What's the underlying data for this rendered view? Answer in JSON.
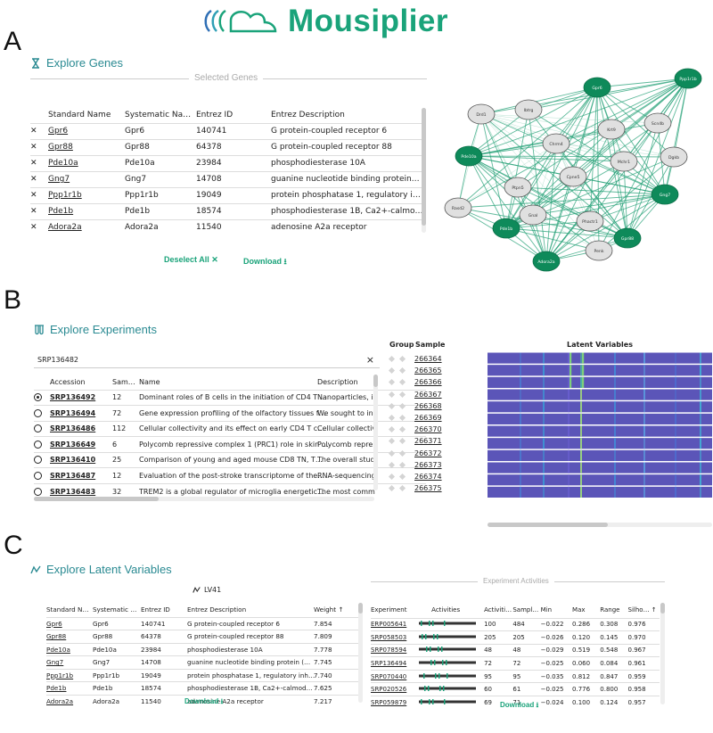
{
  "app": {
    "name": "Mousiplier"
  },
  "panels": {
    "a": "A",
    "b": "B",
    "c": "C"
  },
  "colors": {
    "accent": "#1aa37a",
    "section_title": "#2a8a92",
    "node_selected": "#0e8a5a",
    "node_plain": "#e0e0e0",
    "heatmap_base": "#5b55b8"
  },
  "genes": {
    "title": "Explore Genes",
    "icon": "hourglass-icon",
    "subtitle": "Selected Genes",
    "columns": [
      "Standard Name",
      "Systematic Na…",
      "Entrez ID",
      "Entrez Description"
    ],
    "rows": [
      {
        "std": "Gpr6",
        "sys": "Gpr6",
        "id": "140741",
        "desc": "G protein-coupled receptor 6"
      },
      {
        "std": "Gpr88",
        "sys": "Gpr88",
        "id": "64378",
        "desc": "G protein-coupled receptor 88"
      },
      {
        "std": "Pde10a",
        "sys": "Pde10a",
        "id": "23984",
        "desc": "phosphodiesterase 10A"
      },
      {
        "std": "Gng7",
        "sys": "Gng7",
        "id": "14708",
        "desc": "guanine nucleotide binding protein…"
      },
      {
        "std": "Ppp1r1b",
        "sys": "Ppp1r1b",
        "id": "19049",
        "desc": "protein phosphatase 1, regulatory i…"
      },
      {
        "std": "Pde1b",
        "sys": "Pde1b",
        "id": "18574",
        "desc": "phosphodiesterase 1B, Ca2+-calmo…"
      },
      {
        "std": "Adora2a",
        "sys": "Adora2a",
        "id": "11540",
        "desc": "adenosine A2a receptor"
      }
    ],
    "remove_glyph": "✕",
    "deselect_label": "Deselect All ✕",
    "download_label": "Download ⭳"
  },
  "network": {
    "nodes": [
      {
        "label": "Ppp1r1b",
        "selected": true
      },
      {
        "label": "Gpr6",
        "selected": true
      },
      {
        "label": "Ibtrg",
        "selected": false
      },
      {
        "label": "Drd1",
        "selected": false
      },
      {
        "label": "Scn4b",
        "selected": false
      },
      {
        "label": "Krt9",
        "selected": false
      },
      {
        "label": "Chrm4",
        "selected": false
      },
      {
        "label": "Dgkb",
        "selected": false
      },
      {
        "label": "Mchr1",
        "selected": false
      },
      {
        "label": "Pde10a",
        "selected": true
      },
      {
        "label": "Cpne5",
        "selected": false
      },
      {
        "label": "Ptpn5",
        "selected": false
      },
      {
        "label": "Gng7",
        "selected": true
      },
      {
        "label": "Rasd2",
        "selected": false
      },
      {
        "label": "Phactr1",
        "selected": false
      },
      {
        "label": "Gnal",
        "selected": false
      },
      {
        "label": "Pde1b",
        "selected": true
      },
      {
        "label": "Gpr88",
        "selected": true
      },
      {
        "label": "Penk",
        "selected": false
      },
      {
        "label": "Adora2a",
        "selected": true
      }
    ]
  },
  "experiments": {
    "title": "Explore Experiments",
    "icon": "test-tubes-icon",
    "search_value": "SRP136482",
    "clear_glyph": "×",
    "columns": [
      "Accession",
      "Sam…",
      "Name",
      "Description"
    ],
    "rows": [
      {
        "acc": "SRP136492",
        "n": "12",
        "name": "Dominant roles of B cells in the initiation of CD4 T …",
        "desc": "Nanoparticles, ir",
        "selected": true
      },
      {
        "acc": "SRP136494",
        "n": "72",
        "name": "Gene expression profiling of the olfactory tissues f…",
        "desc": "We sought to inv",
        "selected": false
      },
      {
        "acc": "SRP136486",
        "n": "112",
        "name": "Cellular collectivity and its effect on early CD4 T c…",
        "desc": "Cellular collectivi",
        "selected": false
      },
      {
        "acc": "SRP136649",
        "n": "6",
        "name": "Polycomb repressive complex 1 (PRC1) role in skin …",
        "desc": "Polycomb repre",
        "selected": false
      },
      {
        "acc": "SRP136410",
        "n": "25",
        "name": "Comparison of young and aged mouse CD8 TN, T…",
        "desc": "The overall stud",
        "selected": false
      },
      {
        "acc": "SRP136487",
        "n": "12",
        "name": "Evaluation of the post-stroke transcriptome of the…",
        "desc": "RNA-sequencing",
        "selected": false
      },
      {
        "acc": "SRP136483",
        "n": "32",
        "name": "TREM2 is a global regulator of microglia energetic…",
        "desc": "The most comm",
        "selected": false
      }
    ],
    "group_header": "Group",
    "sample_header": "Sample",
    "samples": [
      "266364",
      "266365",
      "266366",
      "266367",
      "266368",
      "266369",
      "266370",
      "266371",
      "266372",
      "266373",
      "266374",
      "266375"
    ],
    "heatmap_title": "Latent Variables"
  },
  "latent": {
    "title": "Explore Latent Variables",
    "icon": "pathway-icon",
    "lv_label": "LV41",
    "columns": [
      "Standard N…",
      "Systematic …",
      "Entrez ID",
      "Entrez Description",
      "Weight ↑"
    ],
    "rows": [
      {
        "std": "Gpr6",
        "sys": "Gpr6",
        "id": "140741",
        "desc": "G protein-coupled receptor 6",
        "w": "7.854"
      },
      {
        "std": "Gpr88",
        "sys": "Gpr88",
        "id": "64378",
        "desc": "G protein-coupled receptor 88",
        "w": "7.809"
      },
      {
        "std": "Pde10a",
        "sys": "Pde10a",
        "id": "23984",
        "desc": "phosphodiesterase 10A",
        "w": "7.778"
      },
      {
        "std": "Gng7",
        "sys": "Gng7",
        "id": "14708",
        "desc": "guanine nucleotide binding protein (…",
        "w": "7.745"
      },
      {
        "std": "Ppp1r1b",
        "sys": "Ppp1r1b",
        "id": "19049",
        "desc": "protein phosphatase 1, regulatory inh…",
        "w": "7.740"
      },
      {
        "std": "Pde1b",
        "sys": "Pde1b",
        "id": "18574",
        "desc": "phosphodiesterase 1B, Ca2+-calmod…",
        "w": "7.625"
      },
      {
        "std": "Adora2a",
        "sys": "Adora2a",
        "id": "11540",
        "desc": "adenosine A2a receptor",
        "w": "7.217"
      }
    ],
    "download_label": "Download ⭳",
    "activities_title": "Experiment Activities",
    "act_columns": [
      "Experiment",
      "Activities",
      "Activiti…",
      "Sampl…",
      "Min",
      "Max",
      "Range",
      "Silho… ↑"
    ],
    "act_rows": [
      {
        "exp": "ERP005641",
        "a": "100",
        "s": "484",
        "min": "−0.022",
        "max": "0.286",
        "range": "0.308",
        "sil": "0.976"
      },
      {
        "exp": "SRP058503",
        "a": "205",
        "s": "205",
        "min": "−0.026",
        "max": "0.120",
        "range": "0.145",
        "sil": "0.970"
      },
      {
        "exp": "SRP078594",
        "a": "48",
        "s": "48",
        "min": "−0.029",
        "max": "0.519",
        "range": "0.548",
        "sil": "0.967"
      },
      {
        "exp": "SRP136494",
        "a": "72",
        "s": "72",
        "min": "−0.025",
        "max": "0.060",
        "range": "0.084",
        "sil": "0.961"
      },
      {
        "exp": "SRP070440",
        "a": "95",
        "s": "95",
        "min": "−0.035",
        "max": "0.812",
        "range": "0.847",
        "sil": "0.959"
      },
      {
        "exp": "SRP020526",
        "a": "60",
        "s": "61",
        "min": "−0.025",
        "max": "0.776",
        "range": "0.800",
        "sil": "0.958"
      },
      {
        "exp": "SRP059879",
        "a": "69",
        "s": "71",
        "min": "−0.024",
        "max": "0.100",
        "range": "0.124",
        "sil": "0.957"
      }
    ],
    "act_download_label": "Download ⭳"
  }
}
